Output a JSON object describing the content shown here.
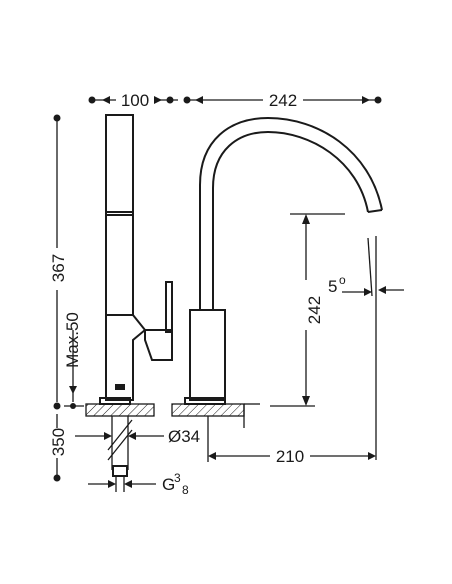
{
  "dimensions": {
    "head_width": "100",
    "spout_reach": "242",
    "total_height": "367",
    "max_deck": "Max.50",
    "shank_length": "350",
    "spout_height": "242",
    "angle": "5",
    "angle_unit": "o",
    "hole_diameter": "Ø34",
    "outlet_reach": "210",
    "thread_prefix": "G",
    "thread_num": "3",
    "thread_den": "8"
  },
  "colors": {
    "line": "#1a1a1a",
    "background": "#ffffff"
  }
}
